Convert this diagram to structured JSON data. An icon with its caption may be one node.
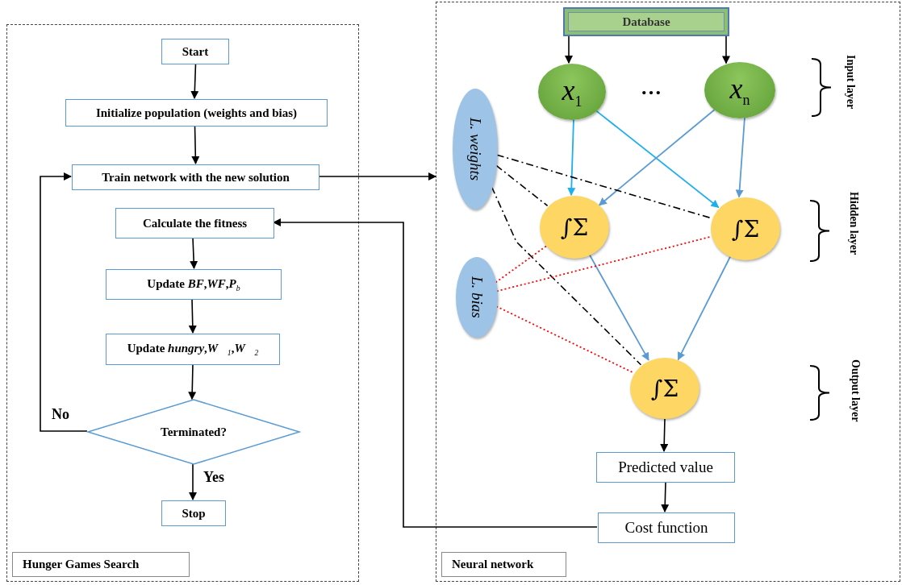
{
  "diagram": {
    "nodes": [
      {
        "text": [
          "Hunger Games Search"
        ]
      },
      {
        "text": [
          "Start"
        ],
        "in": 0
      },
      {
        "text": [
          "Initialize population (weights and bias)"
        ],
        "in": 0
      },
      {
        "text": [
          "Train network with the new solution"
        ],
        "in": 0
      },
      {
        "text": [
          "Calculate the fitness"
        ],
        "in": 0
      },
      {
        "text": [
          "Update *BF*,*WF*,*P*$_{b}$"
        ],
        "in": 0
      },
      {
        "text": [
          "Update *hungry*,*W⃗*$_{1}$,*W⃗*$_{2}$"
        ],
        "in": 0
      },
      {
        "text": [
          "Terminated?"
        ],
        "in": 0
      },
      {
        "text": [
          "Stop"
        ],
        "in": 0
      },
      {
        "text": [
          "Neural network"
        ]
      },
      {
        "text": [
          "Database"
        ],
        "in": 9
      },
      {
        "text": [
          "*x*$_{1}$"
        ],
        "in": 9
      },
      {
        "text": [
          "*x*$_{n}$"
        ],
        "in": 9
      },
      {
        "text": [
          "L. weights"
        ],
        "in": 9
      },
      {
        "text": [
          "∫Σ"
        ],
        "in": 9
      },
      {
        "text": [
          "∫Σ"
        ],
        "in": 9
      },
      {
        "text": [
          "L. bias"
        ],
        "in": 9
      },
      {
        "text": [
          "∫Σ"
        ],
        "in": 9
      },
      {
        "text": [
          "Predicted value"
        ],
        "in": 9
      },
      {
        "text": [
          "Cost function"
        ],
        "in": 9
      }
    ],
    "edges": [
      {
        "from": 1,
        "to": 2,
        "arrow": "to"
      },
      {
        "from": 2,
        "to": 3,
        "arrow": "to"
      },
      {
        "from": 3,
        "to": 9,
        "arrow": "to"
      },
      {
        "from": 4,
        "to": 5,
        "arrow": "to"
      },
      {
        "from": 5,
        "to": 6,
        "arrow": "to"
      },
      {
        "from": 6,
        "to": 7,
        "arrow": "to"
      },
      {
        "from": 7,
        "to": 8,
        "arrow": "to",
        "label": "Yes"
      },
      {
        "from": 7,
        "to": 3,
        "arrow": "to",
        "label": "No"
      },
      {
        "from": 19,
        "to": 4,
        "arrow": "to"
      },
      {
        "from": 10,
        "to": 11,
        "arrow": "to"
      },
      {
        "from": 10,
        "to": 12,
        "arrow": "to"
      },
      {
        "from": 11,
        "to": 14,
        "arrow": "to",
        "color": "#1eaff0"
      },
      {
        "from": 11,
        "to": 15,
        "arrow": "to",
        "color": "#1eaff0"
      },
      {
        "from": 12,
        "to": 14,
        "arrow": "to",
        "color": "#5b9bd5"
      },
      {
        "from": 12,
        "to": 15,
        "arrow": "to",
        "color": "#5b9bd5"
      },
      {
        "from": 14,
        "to": 17,
        "arrow": "to",
        "color": "#5b9bd5"
      },
      {
        "from": 15,
        "to": 17,
        "arrow": "to",
        "color": "#5b9bd5"
      },
      {
        "from": 13,
        "to": 14,
        "arrow": "none",
        "style": "dashed"
      },
      {
        "from": 13,
        "to": 15,
        "arrow": "none",
        "style": "dashed"
      },
      {
        "from": 13,
        "to": 17,
        "arrow": "none",
        "style": "dashed"
      },
      {
        "from": 16,
        "to": 14,
        "arrow": "none",
        "style": "dashed",
        "color": "#ff0000"
      },
      {
        "from": 16,
        "to": 15,
        "arrow": "none",
        "style": "dashed",
        "color": "#ff0000"
      },
      {
        "from": 16,
        "to": 17,
        "arrow": "none",
        "style": "dashed",
        "color": "#ff0000"
      },
      {
        "from": 17,
        "to": 18,
        "arrow": "to"
      },
      {
        "from": 18,
        "to": 19,
        "arrow": "to"
      }
    ],
    "labels": [
      "…",
      "Input layer",
      "Hidden layer",
      "Output layer"
    ]
  }
}
